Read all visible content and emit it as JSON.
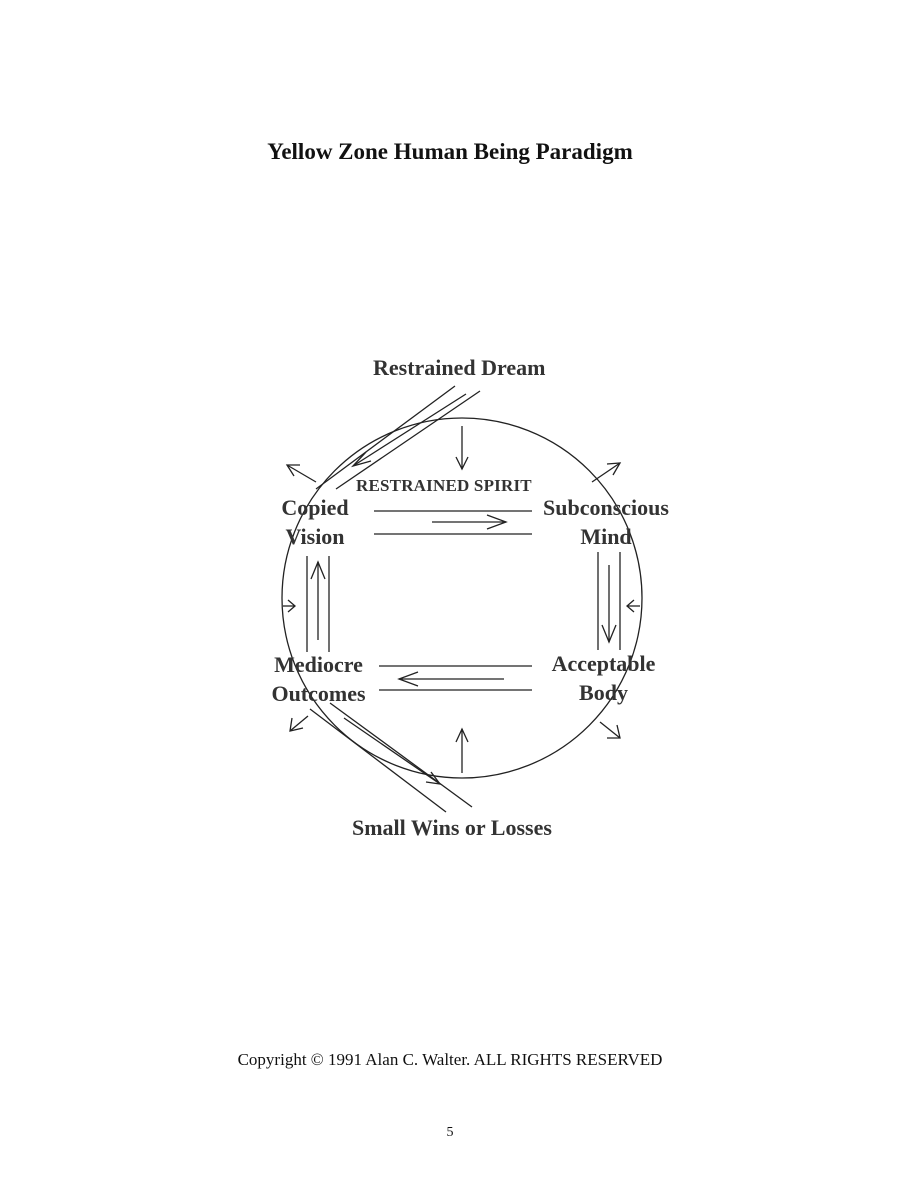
{
  "title": "Yellow Zone Human Being Paradigm",
  "diagram": {
    "top": "Restrained Dream",
    "bottom": "Small Wins or Losses",
    "center": "RESTRAINED SPIRIT",
    "copied": {
      "line1": "Copied",
      "line2": "Vision"
    },
    "subconscious": {
      "line1": "Subconscious",
      "line2": "Mind"
    },
    "mediocre": {
      "line1": "Mediocre",
      "line2": "Outcomes"
    },
    "acceptable": {
      "line1": "Acceptable",
      "line2": "Body"
    }
  },
  "footer": {
    "copyright": "Copyright © 1991 Alan C. Walter.  ALL RIGHTS RESERVED",
    "page_number": "5"
  }
}
